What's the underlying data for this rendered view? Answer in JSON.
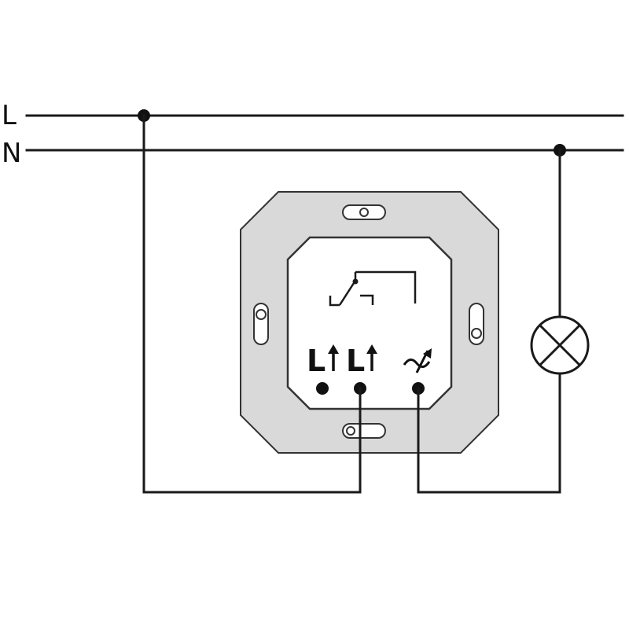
{
  "labels": {
    "live": "L",
    "neutral": "N"
  },
  "dimmer_insert": {
    "terminals": [
      {
        "label": "L"
      },
      {
        "label": "L"
      },
      {
        "label": "dimmed-output-symbol"
      }
    ]
  },
  "load": {
    "symbol": "lamp-icon"
  },
  "colors": {
    "line": "#1a1a1a",
    "frame_fill": "#d9d9d9",
    "frame_stroke": "#333333",
    "inner_fill": "#ffffff"
  }
}
